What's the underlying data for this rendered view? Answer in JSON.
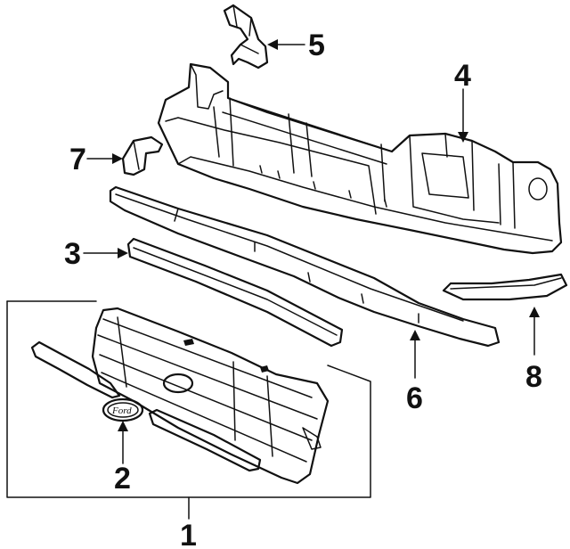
{
  "callouts": [
    {
      "id": "1",
      "text": "1"
    },
    {
      "id": "2",
      "text": "2"
    },
    {
      "id": "3",
      "text": "3"
    },
    {
      "id": "4",
      "text": "4"
    },
    {
      "id": "5",
      "text": "5"
    },
    {
      "id": "6",
      "text": "6"
    },
    {
      "id": "7",
      "text": "7"
    },
    {
      "id": "8",
      "text": "8"
    }
  ],
  "emblem": {
    "text": "Ford"
  }
}
